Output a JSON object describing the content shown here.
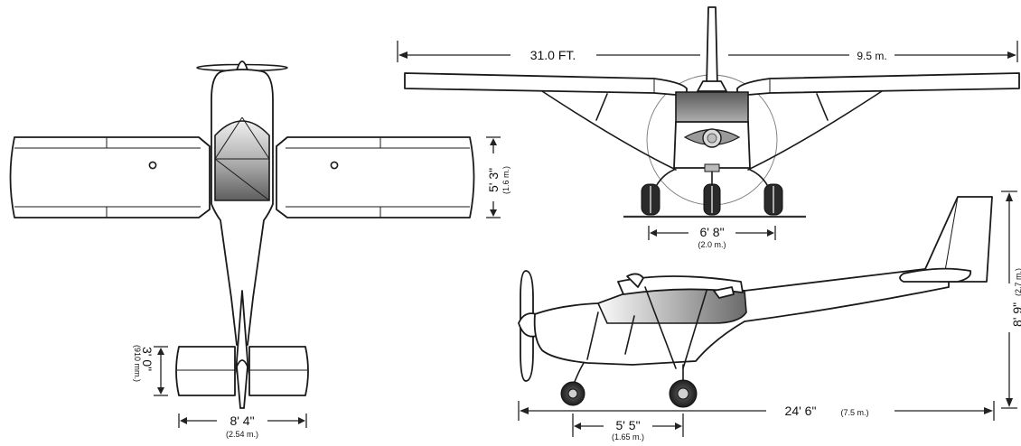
{
  "dimensions": {
    "wingspan_ft": "31.0 FT.",
    "wingspan_m": "9.5 m.",
    "chord": "5' 3\"",
    "chord_m": "(1.6 m.)",
    "track": "6' 8\"",
    "track_m": "(2.0 m.)",
    "height": "8' 9\"",
    "height_m": "(2.7 m.)",
    "length": "24' 6\"",
    "length_m": "(7.5 m.)",
    "wheelbase": "5' 5\"",
    "wheelbase_m": "(1.65 m.)",
    "hstab_span": "8' 4\"",
    "hstab_span_m": "(2.54 m.)",
    "hstab_chord": "3' 0\"",
    "hstab_chord_mm": "(910 mm.)"
  },
  "colors": {
    "line": "#1a1a1a",
    "glass_light": "#f2f2f2",
    "glass_dark": "#6e6e6e",
    "tire": "#2a2a2a"
  }
}
